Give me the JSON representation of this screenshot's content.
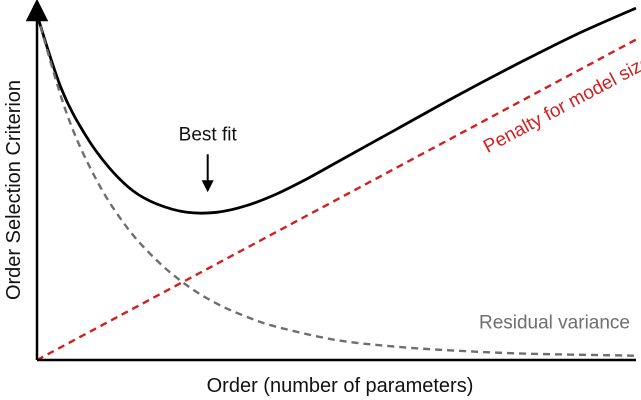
{
  "chart_data": {
    "type": "line",
    "xlabel": "Order (number of parameters)",
    "ylabel": "Order Selection Criterion",
    "xlim": [
      0,
      10
    ],
    "ylim": [
      0,
      10
    ],
    "grid": false,
    "ticks": "none",
    "series": [
      {
        "name": "",
        "style": "solid",
        "color": "#000000",
        "x": [
          0,
          0.4,
          0.8,
          1.2,
          1.6,
          2.0,
          2.5,
          3.0,
          3.5,
          4.0,
          4.5,
          5.0,
          6.0,
          7.0,
          8.0,
          9.0,
          10.0
        ],
        "y": [
          10.4,
          8.2,
          6.8,
          5.8,
          5.1,
          4.7,
          4.45,
          4.45,
          4.65,
          5.0,
          5.45,
          5.95,
          6.95,
          7.95,
          8.9,
          9.8,
          10.6
        ]
      },
      {
        "name": "Penalty for model size",
        "style": "dashed",
        "color": "#d22020",
        "x": [
          0,
          10
        ],
        "y": [
          0,
          9.65
        ]
      },
      {
        "name": "Residual variance",
        "style": "dashed",
        "color": "#6e6e6e",
        "x": [
          0,
          0.5,
          1.0,
          1.5,
          2.0,
          2.5,
          3.0,
          3.5,
          4.0,
          5.0,
          6.0,
          7.0,
          8.0,
          9.0,
          10.0
        ],
        "y": [
          10.4,
          7.4,
          5.4,
          4.0,
          3.0,
          2.25,
          1.7,
          1.3,
          1.0,
          0.6,
          0.4,
          0.28,
          0.2,
          0.16,
          0.13
        ]
      }
    ],
    "annotations": [
      {
        "text": "Best fit",
        "x": 2.85,
        "y": 4.45,
        "arrow": true
      }
    ]
  }
}
